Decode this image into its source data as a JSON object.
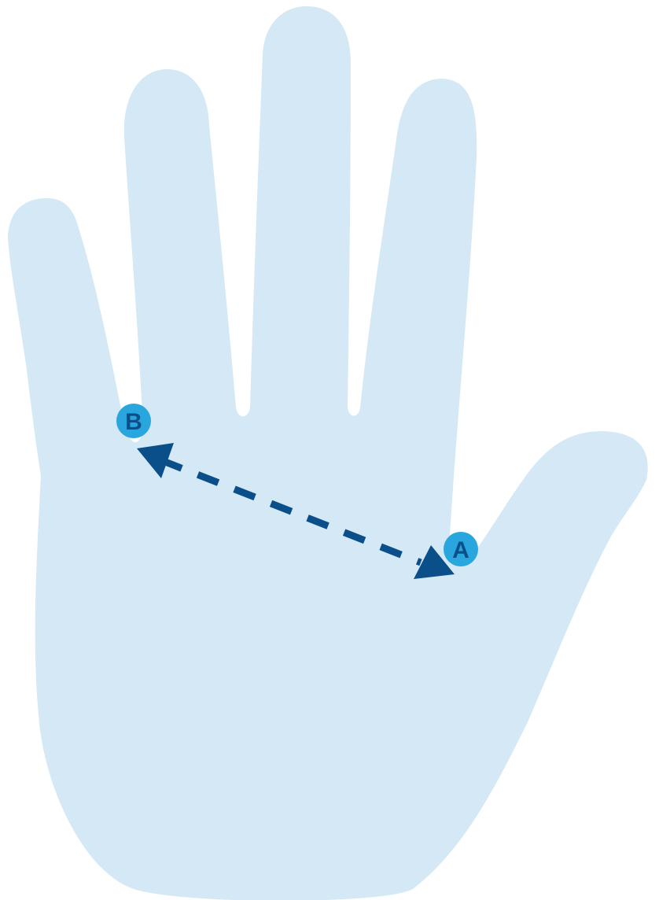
{
  "diagram": {
    "colors": {
      "background": "#ffffff",
      "hand_fill": "#d5e8f5",
      "measure_line": "#0b4f8a",
      "marker_fill": "#2aa6de",
      "marker_text": "#0b4f8a"
    },
    "hand": {
      "icon": "hand-palm-icon"
    },
    "measure_line": {
      "style": "dashed",
      "arrowheads": "both-ends"
    },
    "markers": [
      {
        "label": "A"
      },
      {
        "label": "B"
      }
    ]
  }
}
